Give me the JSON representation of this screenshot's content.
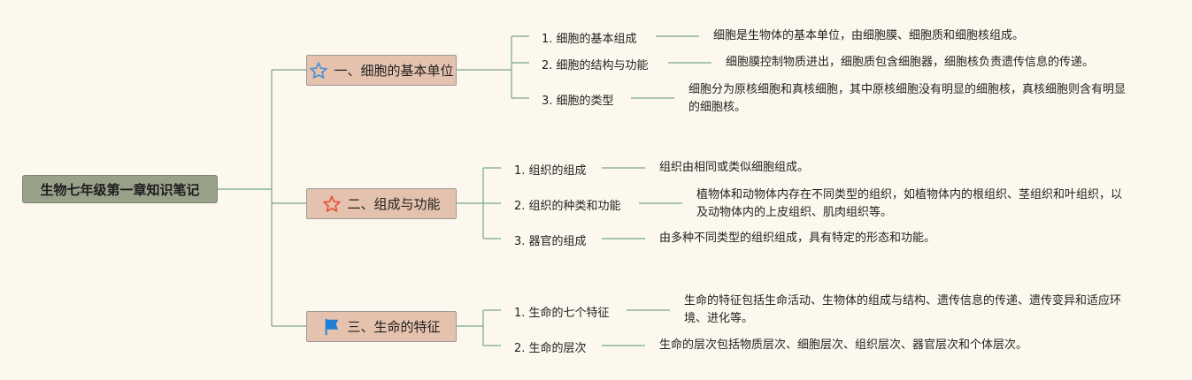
{
  "root": {
    "title": "生物七年级第一章知识笔记"
  },
  "sections": [
    {
      "title": "一、细胞的基本单位",
      "icon": "star-outline-icon",
      "icon_color": "#4a90d9",
      "items": [
        {
          "label": "1. 细胞的基本组成",
          "desc": "细胞是生物体的基本单位，由细胞膜、细胞质和细胞核组成。"
        },
        {
          "label": "2. 细胞的结构与功能",
          "desc": "细胞膜控制物质进出，细胞质包含细胞器，细胞核负责遗传信息的传递。"
        },
        {
          "label": "3. 细胞的类型",
          "desc": "细胞分为原核细胞和真核细胞，其中原核细胞没有明显的细胞核，真核细胞则含有明显的细胞核。"
        }
      ]
    },
    {
      "title": "二、组成与功能",
      "icon": "star-outline-icon",
      "icon_color": "#e8503a",
      "items": [
        {
          "label": "1. 组织的组成",
          "desc": "组织由相同或类似细胞组成。"
        },
        {
          "label": "2. 组织的种类和功能",
          "desc": "植物体和动物体内存在不同类型的组织，如植物体内的根组织、茎组织和叶组织，以及动物体内的上皮组织、肌肉组织等。"
        },
        {
          "label": "3. 器官的组成",
          "desc": "由多种不同类型的组织组成，具有特定的形态和功能。"
        }
      ]
    },
    {
      "title": "三、生命的特征",
      "icon": "flag-icon",
      "icon_color": "#1f7fd6",
      "items": [
        {
          "label": "1. 生命的七个特征",
          "desc": "生命的特征包括生命活动、生物体的组成与结构、遗传信息的传递、遗传变异和适应环境、进化等。"
        },
        {
          "label": "2. 生命的层次",
          "desc": "生命的层次包括物质层次、细胞层次、组织层次、器官层次和个体层次。"
        }
      ]
    }
  ],
  "colors": {
    "line": "#7aa58f",
    "root_fill": "#9aa18a",
    "section_fill": "#e5c2ad",
    "background": "#fcf8ed"
  }
}
